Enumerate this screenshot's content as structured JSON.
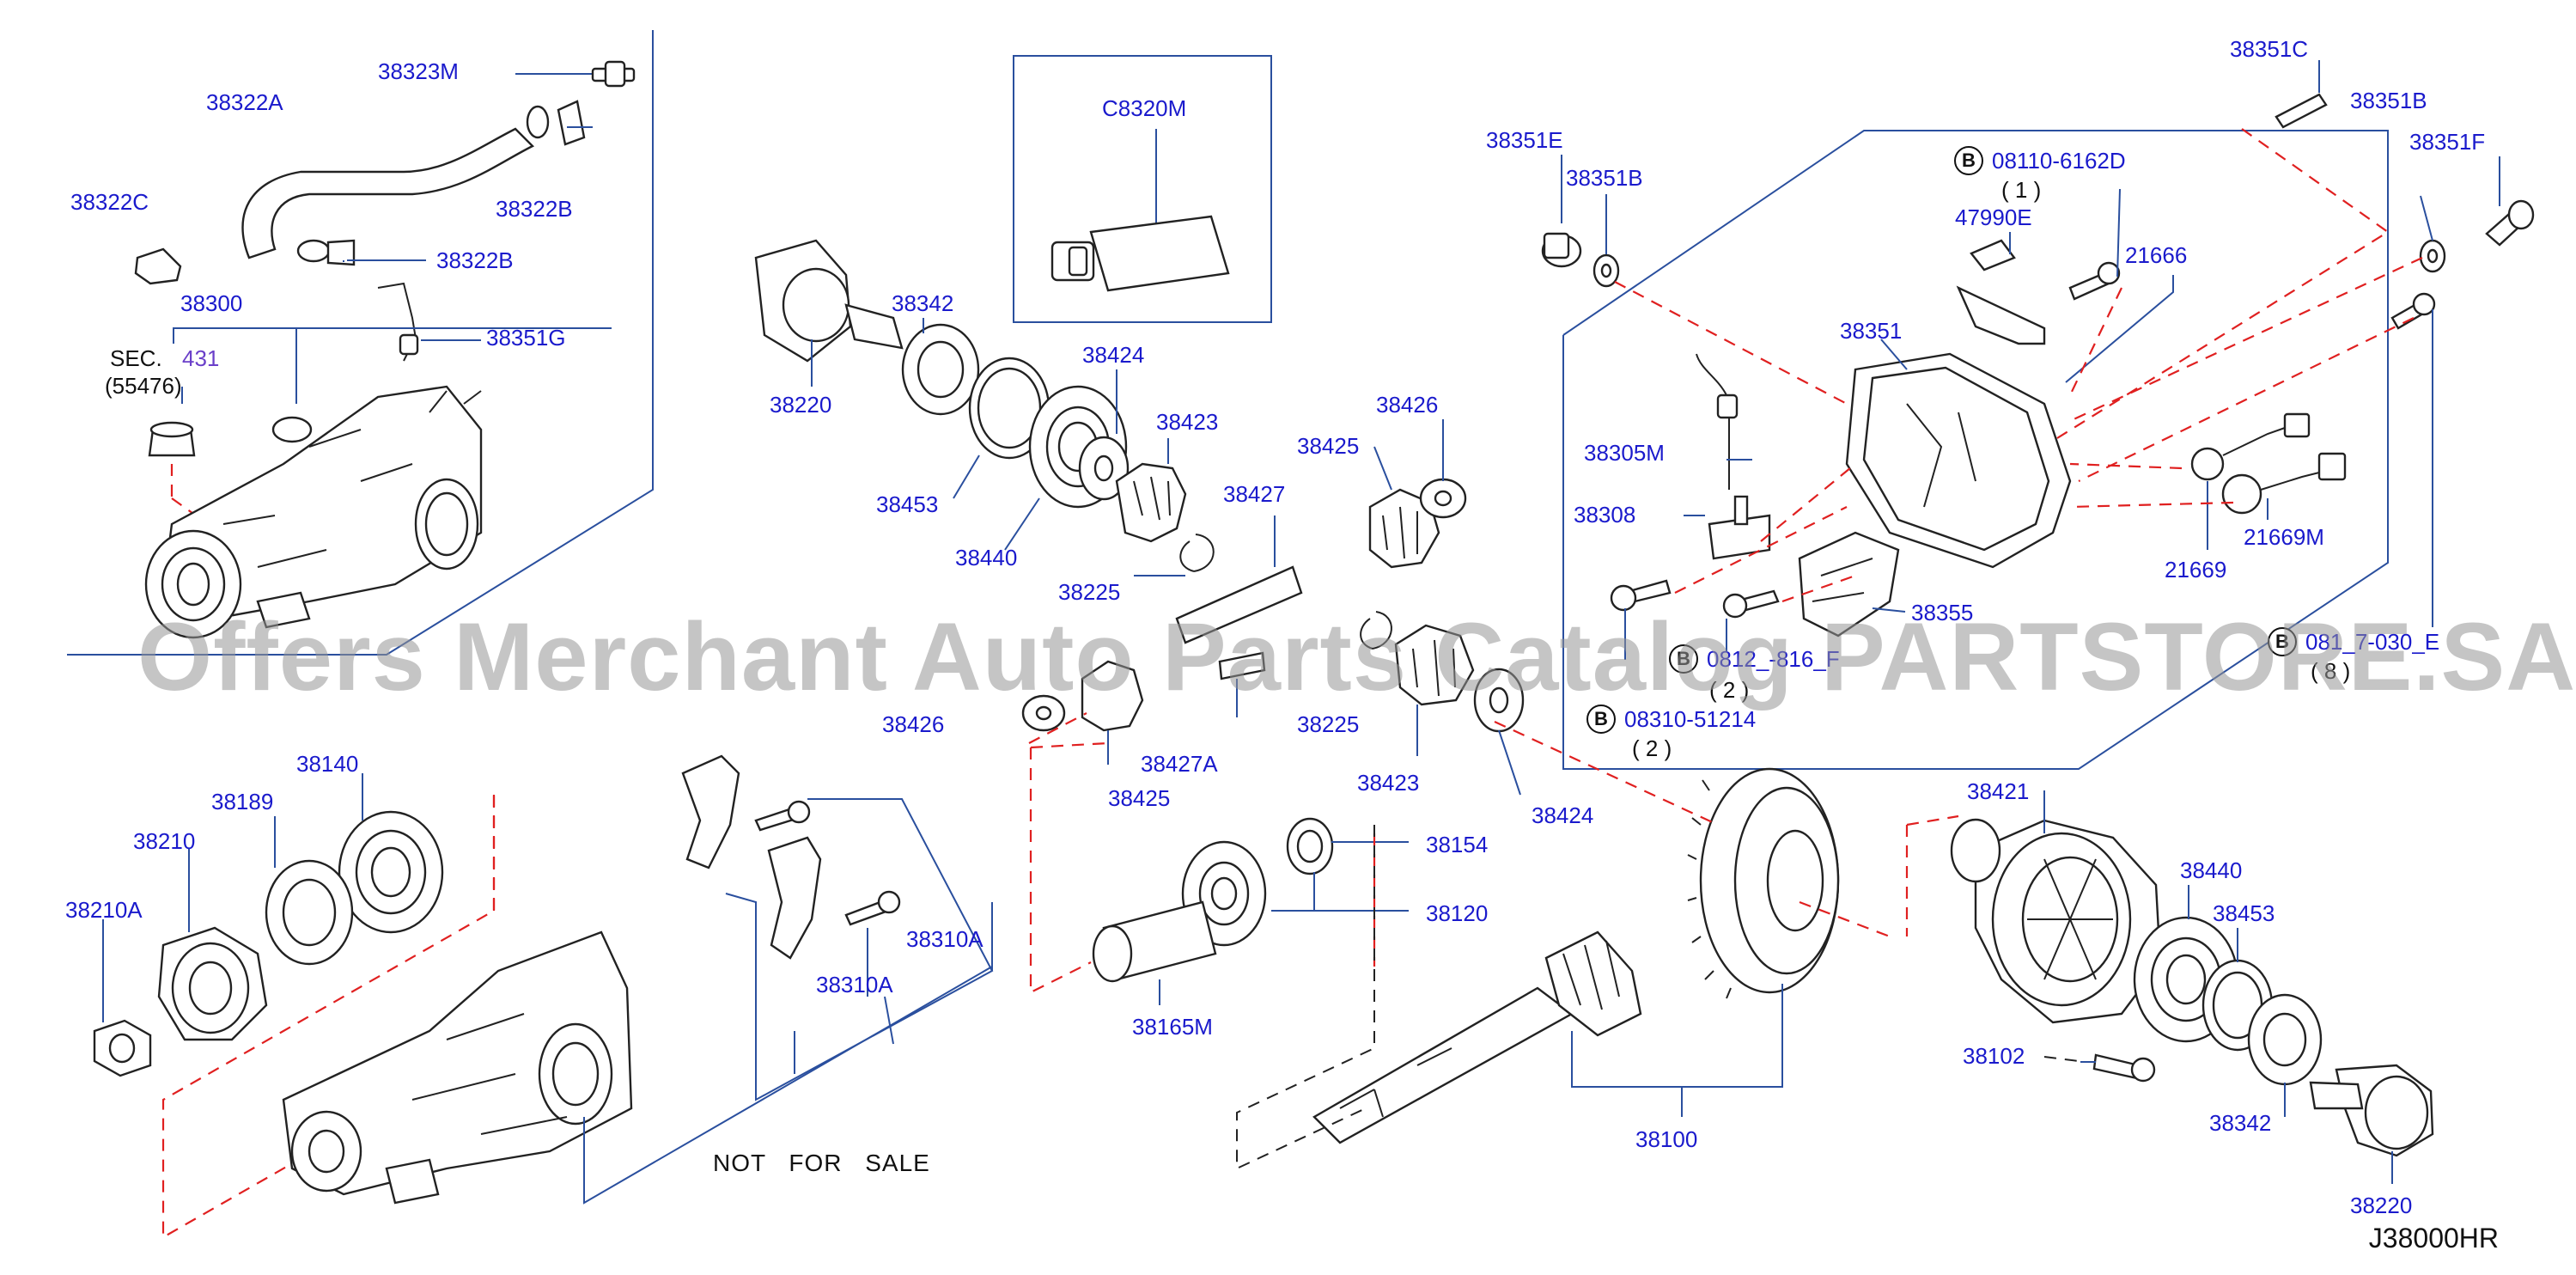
{
  "watermark": "Offers Merchant Auto Parts Catalog PARTSTORE.SA",
  "diagram_code": "J38000HR",
  "not_for_sale": "NOT FOR SALE",
  "section_ref": {
    "prefix": "SEC.",
    "number": "431",
    "sub": "(55476)"
  },
  "labels": [
    {
      "id": "p38323M",
      "text": "38323M"
    },
    {
      "id": "p38322A",
      "text": "38322A"
    },
    {
      "id": "p38322C",
      "text": "38322C"
    },
    {
      "id": "p38322B_a",
      "text": "38322B"
    },
    {
      "id": "p38322B_b",
      "text": "38322B"
    },
    {
      "id": "p38300",
      "text": "38300"
    },
    {
      "id": "p38351G",
      "text": "38351G"
    },
    {
      "id": "pC8320M",
      "text": "C8320M"
    },
    {
      "id": "p38342_top",
      "text": "38342"
    },
    {
      "id": "p38220_top",
      "text": "38220"
    },
    {
      "id": "p38424_top",
      "text": "38424"
    },
    {
      "id": "p38423_top",
      "text": "38423"
    },
    {
      "id": "p38453_top",
      "text": "38453"
    },
    {
      "id": "p38440_top",
      "text": "38440"
    },
    {
      "id": "p38427",
      "text": "38427"
    },
    {
      "id": "p38225_a",
      "text": "38225"
    },
    {
      "id": "p38426_top",
      "text": "38426"
    },
    {
      "id": "p38425_top",
      "text": "38425"
    },
    {
      "id": "p38426_mid",
      "text": "38426"
    },
    {
      "id": "p38425_mid",
      "text": "38425"
    },
    {
      "id": "p38427A",
      "text": "38427A"
    },
    {
      "id": "p38225_b",
      "text": "38225"
    },
    {
      "id": "p38423_mid",
      "text": "38423"
    },
    {
      "id": "p38424_mid",
      "text": "38424"
    },
    {
      "id": "p38351E",
      "text": "38351E"
    },
    {
      "id": "p38351B_a",
      "text": "38351B"
    },
    {
      "id": "p38351C",
      "text": "38351C"
    },
    {
      "id": "p38351B_b",
      "text": "38351B"
    },
    {
      "id": "p38351F",
      "text": "38351F"
    },
    {
      "id": "p47990E",
      "text": "47990E"
    },
    {
      "id": "p21666",
      "text": "21666"
    },
    {
      "id": "p38351",
      "text": "38351"
    },
    {
      "id": "p38305M",
      "text": "38305M"
    },
    {
      "id": "p38308",
      "text": "38308"
    },
    {
      "id": "p21669",
      "text": "21669"
    },
    {
      "id": "p21669M",
      "text": "21669M"
    },
    {
      "id": "p38355",
      "text": "38355"
    },
    {
      "id": "p38140",
      "text": "38140"
    },
    {
      "id": "p38189",
      "text": "38189"
    },
    {
      "id": "p38210",
      "text": "38210"
    },
    {
      "id": "p38210A",
      "text": "38210A"
    },
    {
      "id": "p38310A_a",
      "text": "38310A"
    },
    {
      "id": "p38310A_b",
      "text": "38310A"
    },
    {
      "id": "p38154",
      "text": "38154"
    },
    {
      "id": "p38120",
      "text": "38120"
    },
    {
      "id": "p38165M",
      "text": "38165M"
    },
    {
      "id": "p38100",
      "text": "38100"
    },
    {
      "id": "p38421",
      "text": "38421"
    },
    {
      "id": "p38440_bot",
      "text": "38440"
    },
    {
      "id": "p38453_bot",
      "text": "38453"
    },
    {
      "id": "p38102",
      "text": "38102"
    },
    {
      "id": "p38342_bot",
      "text": "38342"
    },
    {
      "id": "p38220_bot",
      "text": "38220"
    }
  ],
  "callouts": [
    {
      "id": "c1",
      "symbol": "B",
      "number": "08110-6162D",
      "qty": "( 1 )"
    },
    {
      "id": "c2",
      "symbol": "B",
      "number": "0812_-816_F",
      "qty": "( 2 )"
    },
    {
      "id": "c3",
      "symbol": "B",
      "number": "08310-51214",
      "qty": "( 2 )"
    },
    {
      "id": "c4",
      "symbol": "B",
      "number": "081_7-030_E",
      "qty": "( 8 )"
    }
  ],
  "colors": {
    "label": "#1a1acc",
    "leader": "#2a4f9e",
    "dashed": "#e02020",
    "part": "#222222",
    "watermark": "#969696"
  }
}
